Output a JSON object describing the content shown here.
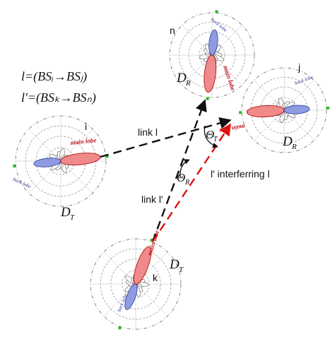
{
  "equations": {
    "l": "l=(BSᵢ→BSⱼ)",
    "l_prime": "l'=(BSₖ→BSₙ)"
  },
  "nodes": {
    "i": {
      "name": "i",
      "antenna_label": "D",
      "antenna_sub": "T",
      "main_lobe": "main lobe",
      "back_lobe": "back lobe"
    },
    "n": {
      "name": "n",
      "antenna_label": "D",
      "antenna_sub": "R",
      "main_lobe": "main lobe",
      "back_lobe": "back lobe"
    },
    "j": {
      "name": "j",
      "antenna_label": "D",
      "antenna_sub": "R",
      "main_lobe": "main lobe",
      "back_lobe": "back lobe"
    },
    "k": {
      "name": "k",
      "antenna_label": "D",
      "antenna_sub": "T",
      "main_lobe": "main lobe",
      "back_lobe": "back lobe"
    }
  },
  "links": {
    "link_l": "link l",
    "link_l_prime": "link l'",
    "interfering": "l' interferring l"
  },
  "angles": {
    "theta_t": "Θ",
    "theta_t_sub": "T",
    "theta_r": "Θ",
    "theta_r_sub": "R"
  },
  "colors": {
    "main_lobe": "#f08a8a",
    "back_lobe": "#8f9be0",
    "interference": "#e01010",
    "link": "#111111",
    "ring": "#7a7a7a",
    "marker": "#22bb22"
  }
}
